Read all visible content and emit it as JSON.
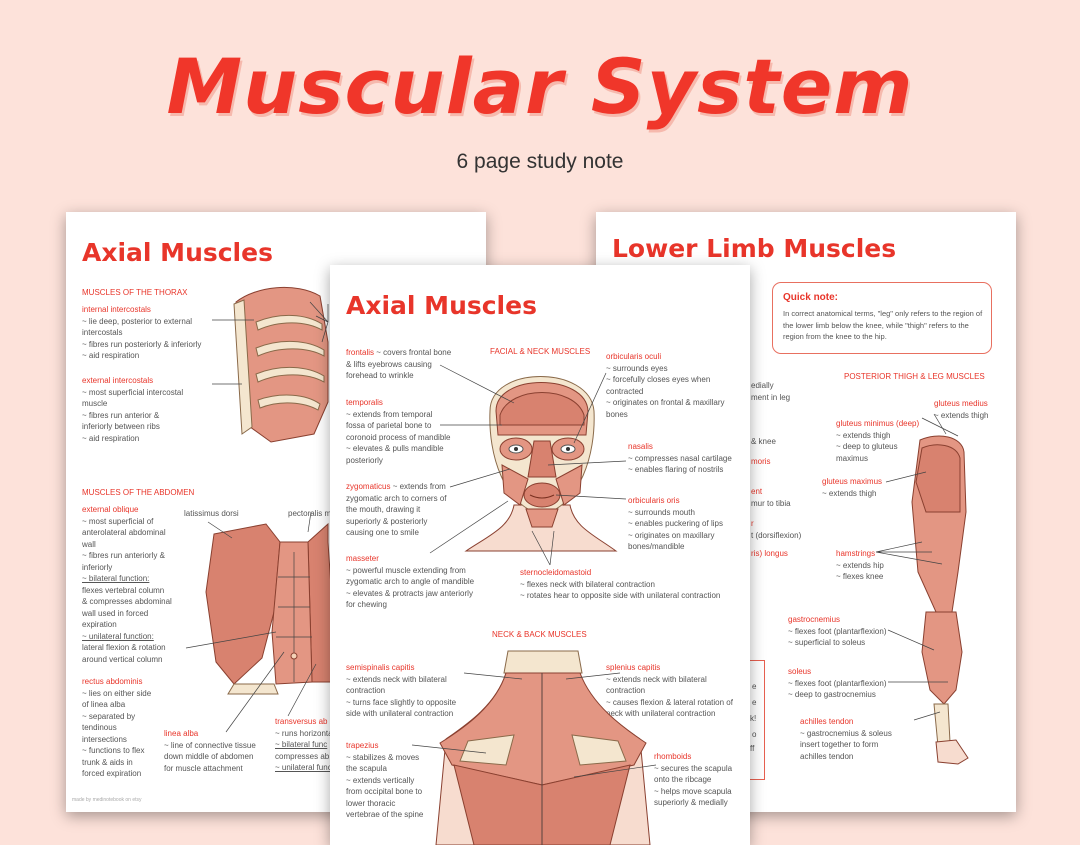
{
  "header": {
    "title": "Muscular System",
    "subtitle": "6 page study note"
  },
  "page1": {
    "title": "Axial Muscles",
    "thorax_heading": "MUSCLES OF THE THORAX",
    "internal": {
      "label": "internal intercostals",
      "lines": [
        "~ lie deep, posterior to external",
        "intercostals",
        "~ fibres run posteriorly & inferiorly",
        "~ aid respiration"
      ]
    },
    "external": {
      "label": "external intercostals",
      "lines": [
        "~ most superficial intercostal",
        "muscle",
        "~ fibres run anterior &",
        "inferiorly between ribs",
        "~ aid respiration"
      ]
    },
    "abdomen_heading": "MUSCLES OF THE ABDOMEN",
    "oblique": {
      "label": "external oblique",
      "lines": [
        "~ most superficial of",
        "anterolateral abdominal",
        "wall",
        "~ fibres run anteriorly &",
        "inferiorly",
        "~ bilateral function:",
        "flexes vertebral column",
        "& compresses abdominal",
        "wall used in forced",
        "expiration",
        "~ unilateral function:",
        "lateral flexion & rotation",
        "around vertical column"
      ]
    },
    "rectus": {
      "label": "rectus abdominis",
      "lines": [
        "~ lies on either side",
        "of linea alba",
        "~ separated by",
        "tendinous",
        "intersections",
        "~ functions to flex",
        "trunk & aids in",
        "forced expiration"
      ]
    },
    "latissimus": "latissimus dorsi",
    "pectoralis": "pectoralis m",
    "linea": {
      "label": "linea alba",
      "lines": [
        "~ line of connective tissue",
        "down middle of abdomen",
        "for muscle attachment"
      ]
    },
    "transversus": {
      "label": "transversus ab",
      "lines": [
        "~ runs horizonta",
        "~ bilateral func",
        "compresses ab",
        "~ unilateral func"
      ]
    },
    "footer": "made by medinotebook on etsy"
  },
  "page2": {
    "title": "Axial Muscles",
    "facial_heading": "FACIAL & NECK MUSCLES",
    "frontalis": {
      "label": "frontalis",
      "lines": [
        " ~ covers frontal bone",
        "& lifts eyebrows causing",
        "forehead to wrinkle"
      ]
    },
    "temporalis": {
      "label": "temporalis",
      "lines": [
        "~ extends from temporal",
        "fossa of parietal bone to",
        "coronoid process of mandible",
        "~ elevates & pulls mandible",
        "posteriorly"
      ]
    },
    "zygomaticus": {
      "label": "zygomaticus",
      "lines": [
        " ~ extends from",
        "zygomatic arch to corners of",
        "the mouth, drawing it",
        "superiorly & posteriorly",
        "causing one to smile"
      ]
    },
    "masseter": {
      "label": "masseter",
      "lines": [
        "~ powerful muscle extending from",
        "zygomatic arch to angle of mandible",
        "~ elevates & protracts jaw anteriorly",
        "for chewing"
      ]
    },
    "oculi": {
      "label": "orbicularis oculi",
      "lines": [
        "~ surrounds eyes",
        "~ forcefully closes eyes when",
        "contracted",
        "~ originates on frontal & maxillary",
        "bones"
      ]
    },
    "nasalis": {
      "label": "nasalis",
      "lines": [
        "~ compresses nasal cartilage",
        "~ enables flaring of nostrils"
      ]
    },
    "oris": {
      "label": "orbicularis oris",
      "lines": [
        "~ surrounds mouth",
        "~ enables puckering of lips",
        "~ originates on maxillary",
        "bones/mandible"
      ]
    },
    "sterno": {
      "label": "sternocleidomastoid",
      "lines": [
        "~ flexes neck with bilateral contraction",
        "~ rotates hear to opposite side with unilateral contraction"
      ]
    },
    "neck_heading": "NECK & BACK MUSCLES",
    "semispinalis": {
      "label": "semispinalis capitis",
      "lines": [
        "~ extends neck with bilateral",
        "contraction",
        "~ turns face slightly to opposite",
        "side with unilateral contraction"
      ]
    },
    "splenius": {
      "label": "splenius capitis",
      "lines": [
        "~ extends neck with bilateral",
        "contraction",
        "~ causes flexion & lateral rotation of",
        "neck with unilateral contraction"
      ]
    },
    "trapezius": {
      "label": "trapezius",
      "lines": [
        "~ stabilizes & moves",
        "the scapula",
        "~ extends vertically",
        "from occipital bone to",
        "lower thoracic",
        "vertebrae of the spine"
      ]
    },
    "rhomboids": {
      "label": "rhomboids",
      "lines": [
        "~ secures the scapula",
        "onto the ribcage",
        "~ helps move scapula",
        "superiorly & medially"
      ]
    }
  },
  "page3": {
    "title": "Lower Limb Muscles",
    "quick_title": "Quick note:",
    "quick_text": "In correct anatomical terms, \"leg\" only refers to the region of the lower limb below the knee, while \"thigh\" refers to the region from the knee to the hip.",
    "posterior_heading": "POSTERIOR THIGH & LEG MUSCLES",
    "partial": [
      "edially",
      "ment in leg",
      "& knee",
      "moris",
      "ent",
      "mur to tibia",
      "r",
      "t (dorsiflexion)",
      "ris) longus"
    ],
    "pink_partial": [
      "e",
      "e",
      "k!",
      "o",
      "ff"
    ],
    "medius": {
      "label": "gluteus medius",
      "lines": [
        "~ extends thigh"
      ]
    },
    "minimus": {
      "label": "gluteus minimus (deep)",
      "lines": [
        "~ extends thigh",
        "~ deep to gluteus",
        "maximus"
      ]
    },
    "maximus": {
      "label": "gluteus maximus",
      "lines": [
        "~ extends thigh"
      ]
    },
    "hamstrings": {
      "label": "hamstrings",
      "lines": [
        "~ extends hip",
        "~ flexes knee"
      ]
    },
    "gastro": {
      "label": "gastrocnemius",
      "lines": [
        "~ flexes foot (plantarflexion)",
        "~ superficial to soleus"
      ]
    },
    "soleus": {
      "label": "soleus",
      "lines": [
        "~ flexes foot (plantarflexion)",
        "~ deep to gastrocnemius"
      ]
    },
    "achilles": {
      "label": "achilles tendon",
      "lines": [
        "~ gastrocnemius & soleus",
        "insert together to form",
        "achilles tendon"
      ]
    }
  }
}
